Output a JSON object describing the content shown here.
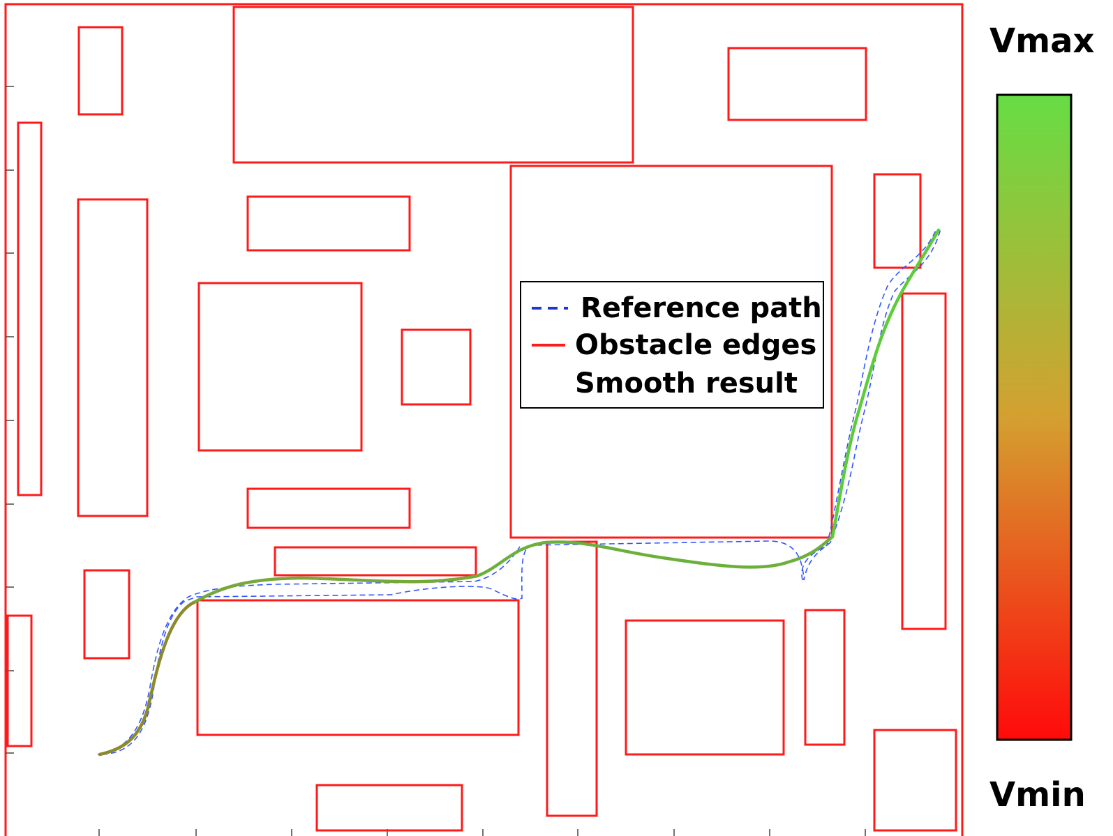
{
  "colors": {
    "obstacle": "#ff1a1a",
    "reference": "#3355ff",
    "smooth_start": "#ff2200",
    "smooth_mid": "#8aa030",
    "smooth_end": "#66dd44",
    "colorbar_top": "#66dd44",
    "colorbar_bottom": "#ff0a0a"
  },
  "legend": {
    "reference_label": "Reference path",
    "obstacle_label": "Obstacle edges",
    "smooth_label": "Smooth result"
  },
  "colorbar": {
    "max_label": "Vmax",
    "min_label": "Vmin"
  }
}
